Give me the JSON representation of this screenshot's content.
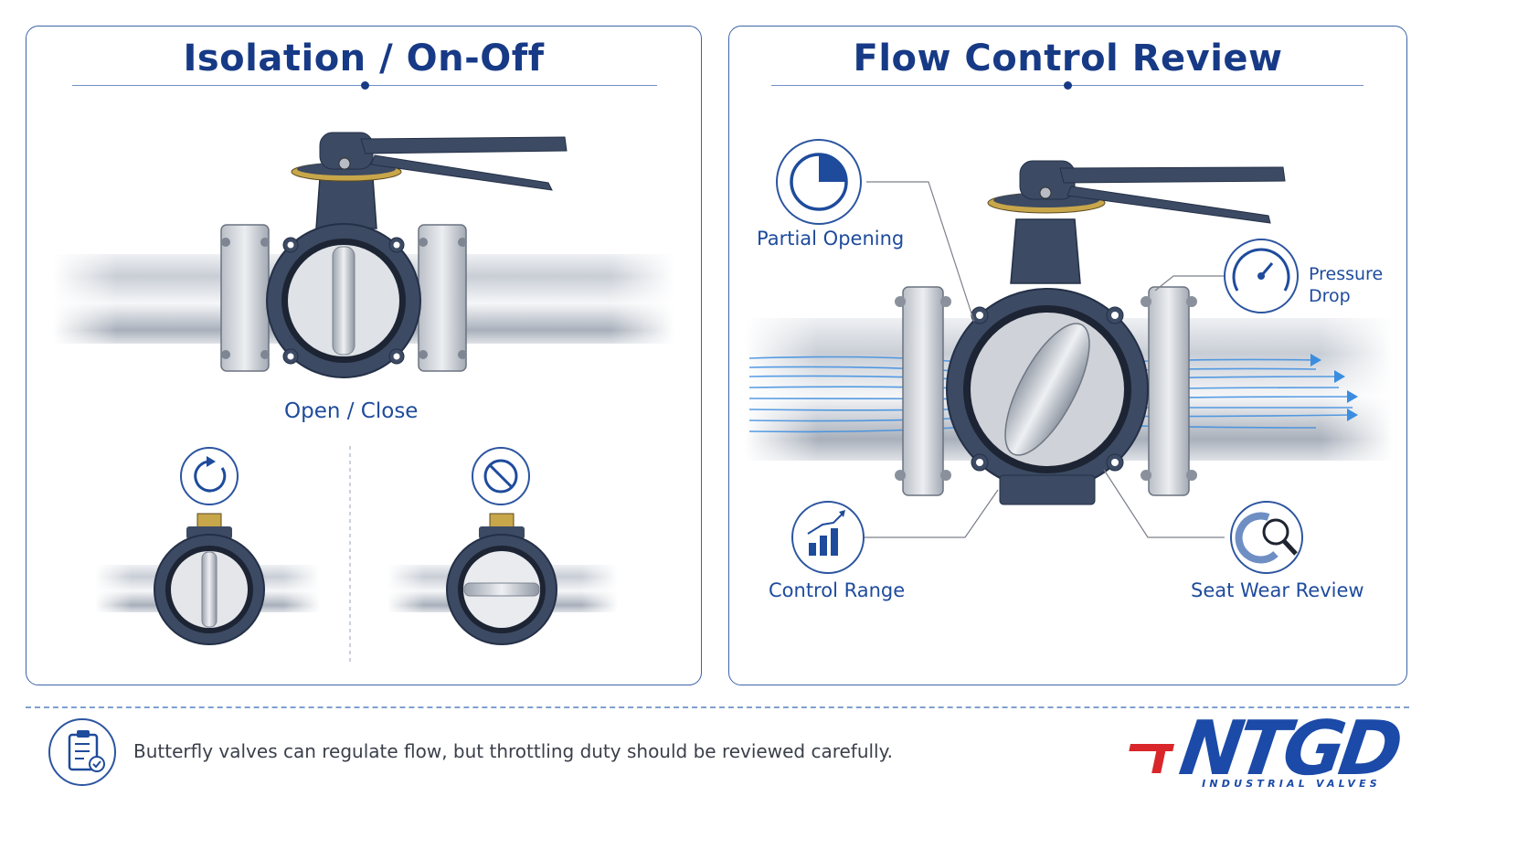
{
  "left_panel": {
    "title": "Isolation / On-Off",
    "main_label": "Open / Close",
    "icons": [
      "rotate-icon",
      "blocked-icon"
    ]
  },
  "right_panel": {
    "title": "Flow Control Review",
    "callouts": {
      "partial_opening": "Partial Opening",
      "pressure_drop": "Pressure Drop",
      "control_range": "Control Range",
      "seat_wear": "Seat Wear Review"
    },
    "icons": [
      "pie-chart-icon",
      "gauge-icon",
      "bar-chart-icon",
      "magnifier-icon"
    ]
  },
  "footer": {
    "note": "Butterfly valves can regulate flow, but throttling duty should be reviewed carefully.",
    "icon": "clipboard-check-icon"
  },
  "logo": {
    "letters": "NTGD",
    "tagline": "INDUSTRIAL VALVES"
  },
  "colors": {
    "primary": "#173a86",
    "accent": "#1b4aa8",
    "flow": "#3b8de0",
    "logo_red": "#d9262a",
    "valve_body": "#3c4a63"
  }
}
